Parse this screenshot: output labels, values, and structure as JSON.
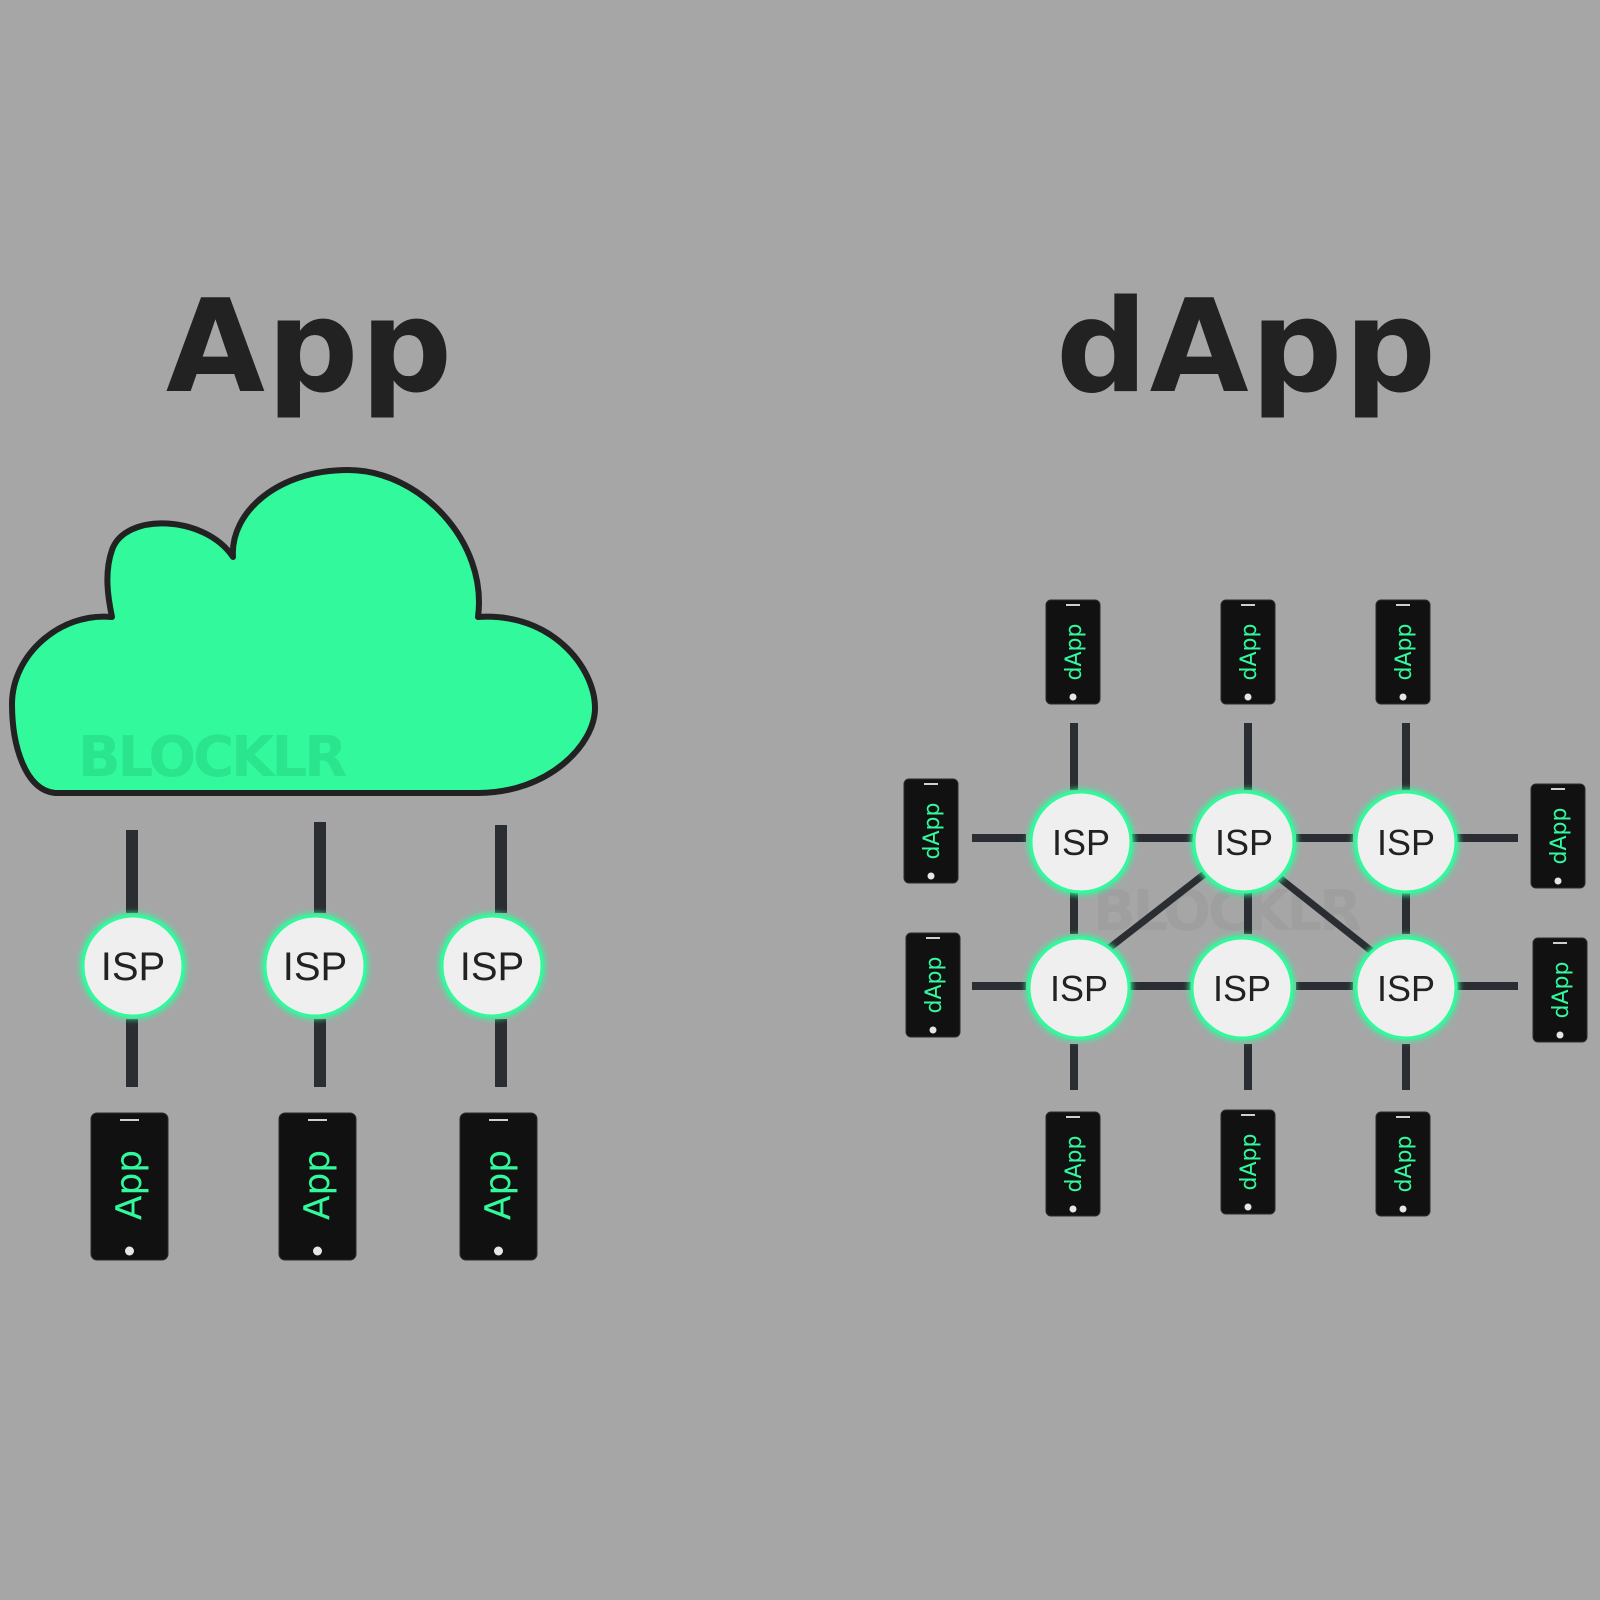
{
  "colors": {
    "background": "#a6a6a6",
    "cloud_fill": "#31f99c",
    "outline": "#222222",
    "link": "#2a2e33",
    "node_fill": "#efefef",
    "node_ring": "#31f99c",
    "phone_body": "#111111",
    "phone_text": "#31f99c",
    "title_text": "#222222"
  },
  "app": {
    "title": "App",
    "watermark": "BLOCKLR",
    "isp_nodes": [
      {
        "label": "ISP",
        "phone_label": "App"
      },
      {
        "label": "ISP",
        "phone_label": "App"
      },
      {
        "label": "ISP",
        "phone_label": "App"
      }
    ]
  },
  "dapp": {
    "title": "dApp",
    "watermark": "BLOCKLR",
    "isp_nodes": [
      {
        "label": "ISP"
      },
      {
        "label": "ISP"
      },
      {
        "label": "ISP"
      },
      {
        "label": "ISP"
      },
      {
        "label": "ISP"
      },
      {
        "label": "ISP"
      }
    ],
    "phones": [
      {
        "label": "dApp"
      },
      {
        "label": "dApp"
      },
      {
        "label": "dApp"
      },
      {
        "label": "dApp"
      },
      {
        "label": "dApp"
      },
      {
        "label": "dApp"
      },
      {
        "label": "dApp"
      },
      {
        "label": "dApp"
      },
      {
        "label": "dApp"
      },
      {
        "label": "dApp"
      }
    ]
  }
}
